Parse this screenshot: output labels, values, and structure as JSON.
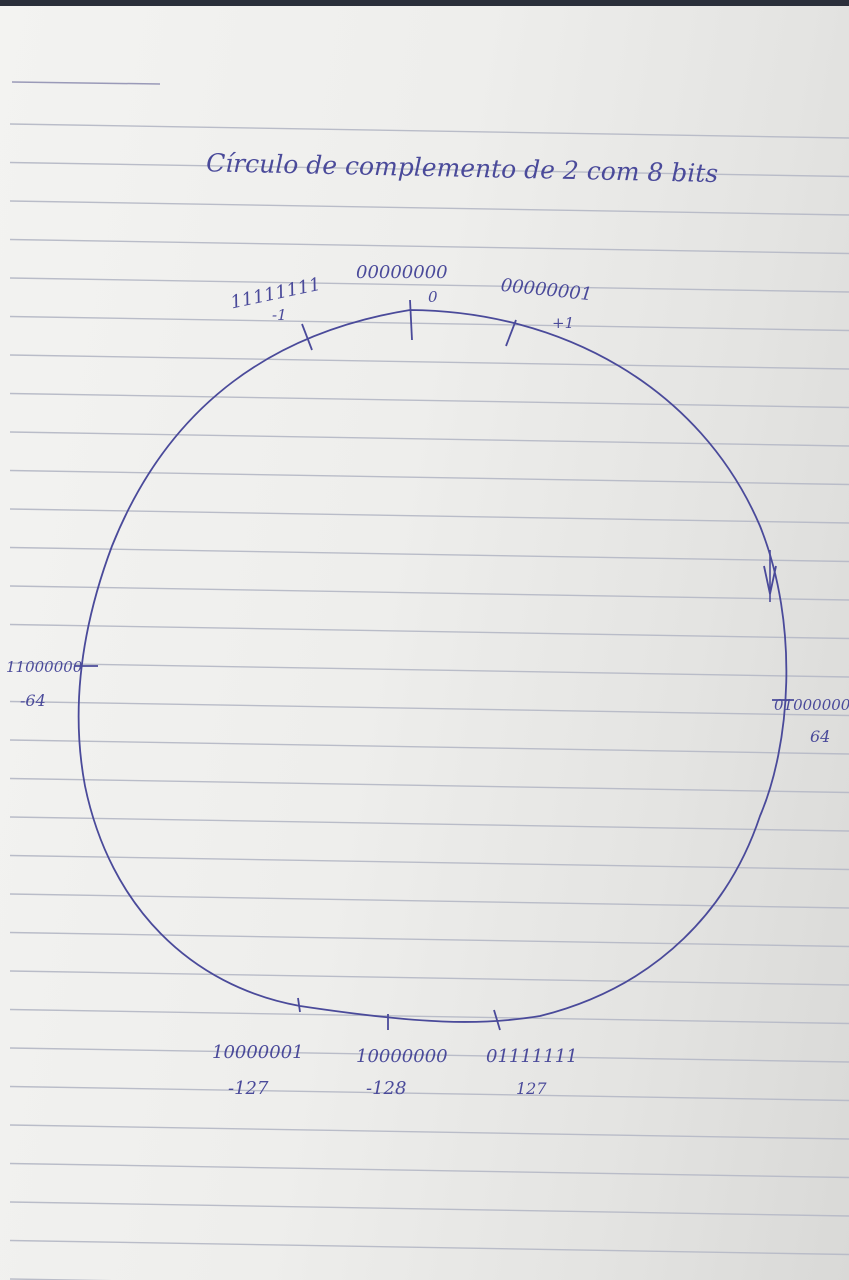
{
  "title": "Círculo de complemento de 2 com 8 bits",
  "marks": {
    "top": {
      "binary": "00000000",
      "decimal": "0"
    },
    "top_left": {
      "binary": "11111111",
      "decimal": "-1"
    },
    "top_right": {
      "binary": "00000001",
      "decimal": "+1"
    },
    "left": {
      "binary": "11000000",
      "decimal": "-64"
    },
    "right": {
      "binary": "01000000",
      "decimal": "64"
    },
    "bottom_left": {
      "binary": "10000001",
      "decimal": "-127"
    },
    "bottom": {
      "binary": "10000000",
      "decimal": "-128"
    },
    "bottom_right": {
      "binary": "01111111",
      "decimal": "127"
    }
  },
  "colors": {
    "ink": "#4a4a9a",
    "rule_line": "#b9bcc8",
    "paper": "#f0f0ee"
  }
}
